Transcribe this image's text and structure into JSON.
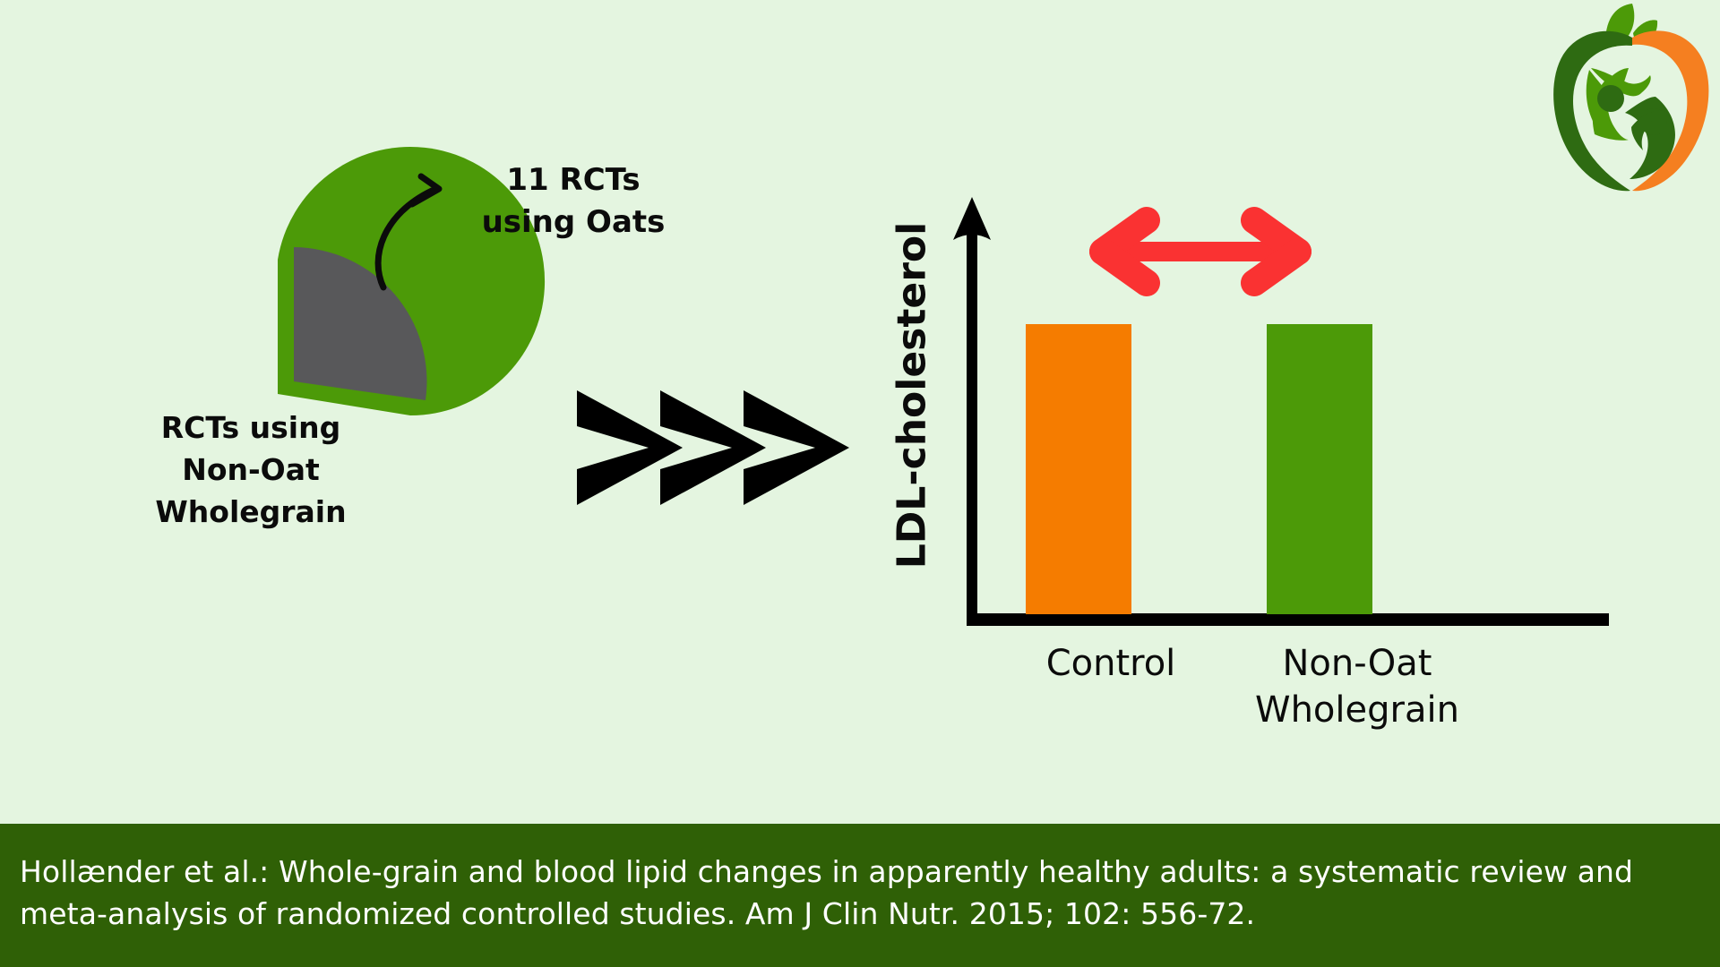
{
  "background_color": "#E4F5E0",
  "palette": {
    "green": "#4C9A08",
    "gray": "#58585A",
    "orange": "#F57C00",
    "red": "#FA3232",
    "footer_green": "#2F6006",
    "black": "#0B0B0B",
    "white": "#FFFFFF",
    "logo_dark_green": "#2E6B12",
    "logo_mid_green": "#4C9A08",
    "logo_orange": "#F57F20"
  },
  "logo": {
    "name": "apple-with-two-figures-logo",
    "leaf_color": "#4C9A08",
    "outline_dark": "#2E6B12",
    "outline_orange": "#F57F20"
  },
  "pie": {
    "inner_label": "RCTs using\nNon-Oat\nWholegrain",
    "inner_label_lines": [
      "RCTs using",
      "Non-Oat",
      "Wholegrain"
    ],
    "callout_label_lines": [
      "11 RCTs",
      "using Oats"
    ],
    "callout_label": "11 RCTs using Oats"
  },
  "bar": {
    "y_axis_title": "LDL-cholesterol",
    "x_labels": [
      "Control",
      "Non-Oat Wholegrain"
    ],
    "x_label_lines": [
      [
        "Control"
      ],
      [
        "Non-Oat",
        "Wholegrain"
      ]
    ],
    "comparison_arrow": "no-difference-double-arrow"
  },
  "transition": {
    "chevron_count": 3,
    "symbol": ">>>"
  },
  "footer": {
    "citation": "Hollænder et al.:  Whole-grain and blood lipid changes in apparently healthy adults: a systematic review and meta-analysis of randomized controlled studies. Am J Clin Nutr. 2015; 102: 556-72."
  },
  "chart_data": [
    {
      "type": "pie",
      "title": "Randomized controlled trials by wholegrain type",
      "labels": [
        "RCTs using Non-Oat Wholegrain",
        "11 RCTs using Oats"
      ],
      "values": [
        78,
        22
      ],
      "colors": [
        "#4C9A08",
        "#58585A"
      ],
      "exploded_slice_index": 1,
      "annotations": [
        "11 RCTs using Oats"
      ],
      "legend": "none",
      "grid": false
    },
    {
      "type": "bar",
      "title": "",
      "categories": [
        "Control",
        "Non-Oat Wholegrain"
      ],
      "values": [
        100,
        100
      ],
      "colors": [
        "#F57C00",
        "#4C9A08"
      ],
      "xlabel": "",
      "ylabel": "LDL-cholesterol",
      "ylim": [
        0,
        130
      ],
      "tick_labels_y": [],
      "grid": false,
      "legend": "none",
      "annotations": [
        "double-headed red arrow indicating no difference between groups"
      ]
    }
  ]
}
